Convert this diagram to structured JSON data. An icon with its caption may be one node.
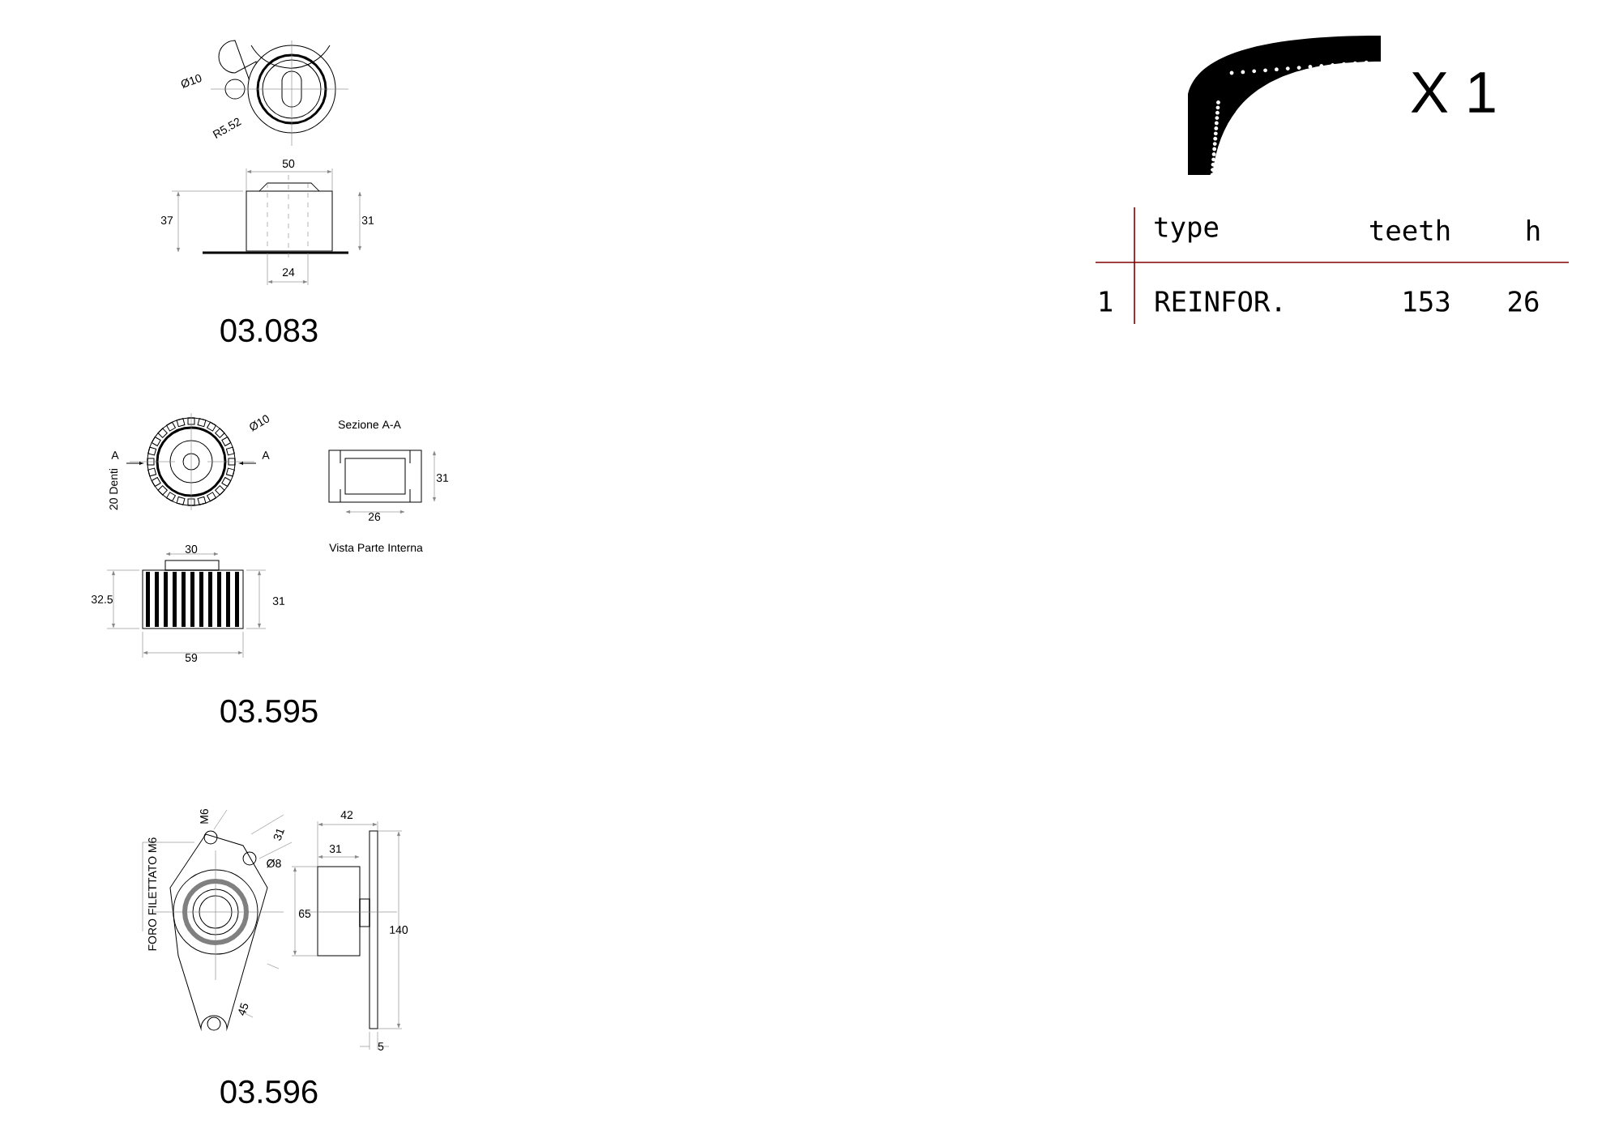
{
  "diagram": {
    "labels": [
      "Ø10",
      "R5.52",
      "50",
      "37",
      "31",
      "24",
      "03.083",
      "X 1",
      "type",
      "teeth",
      "h",
      "1",
      "REINFOR.",
      "153",
      "26",
      "Ø10",
      "A",
      "A",
      "20 Denti",
      "Sezione A-A",
      "31",
      "26",
      "30",
      "Vista Parte Interna",
      "32.5",
      "31",
      "59",
      "03.595",
      "M6",
      "FORO FILETTATO M6",
      "31",
      "Ø8",
      "42",
      "31",
      "65",
      "140",
      "45",
      "5",
      "03.596"
    ]
  }
}
